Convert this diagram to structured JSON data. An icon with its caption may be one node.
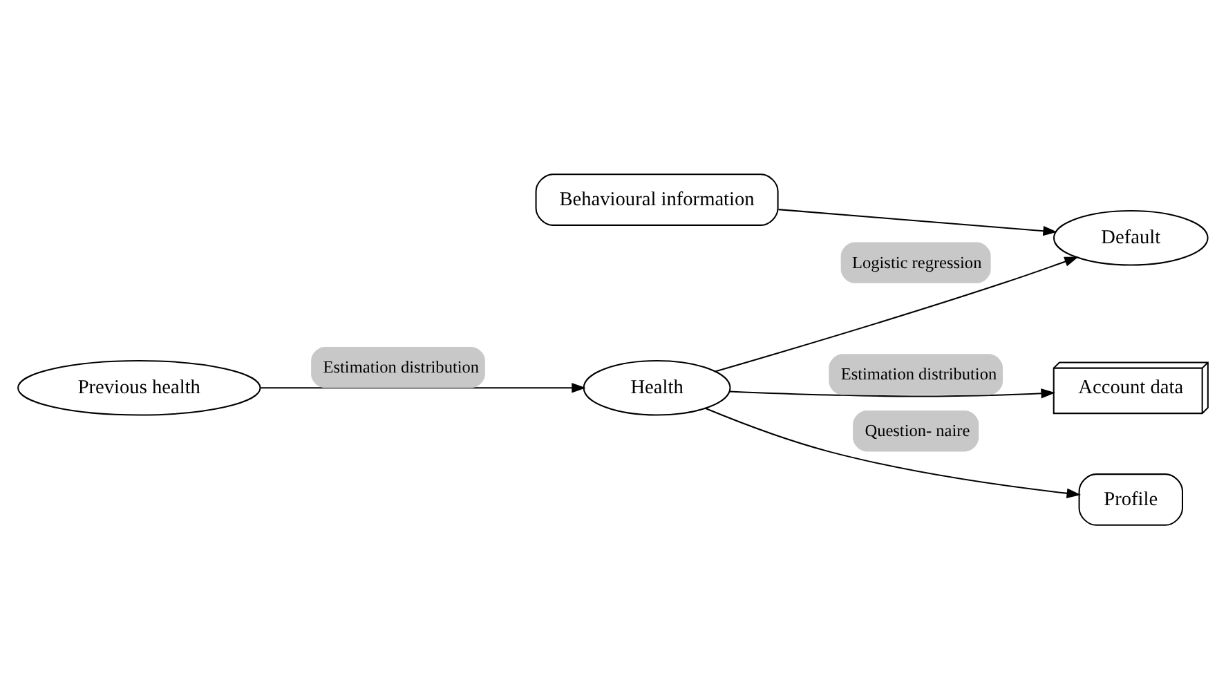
{
  "diagram": {
    "nodes": [
      {
        "text": [
          "Behavioural information"
        ]
      },
      {
        "text": [
          "Previous health"
        ]
      },
      {
        "text": [
          "Health"
        ]
      },
      {
        "text": [
          "Default"
        ]
      },
      {
        "text": [
          "Account data"
        ]
      },
      {
        "text": [
          "Profile"
        ]
      }
    ],
    "edges": [
      {
        "from": 1,
        "to": 2,
        "arrow": "to",
        "label": "Estimation distribution"
      },
      {
        "from": 2,
        "to": 3,
        "arrow": "to",
        "label": "Logistic regression"
      },
      {
        "from": 0,
        "to": 3,
        "arrow": "to"
      },
      {
        "from": 2,
        "to": 4,
        "arrow": "to",
        "label": "Estimation distribution"
      },
      {
        "from": 2,
        "to": 5,
        "arrow": "to",
        "label": "Question- naire"
      }
    ]
  }
}
